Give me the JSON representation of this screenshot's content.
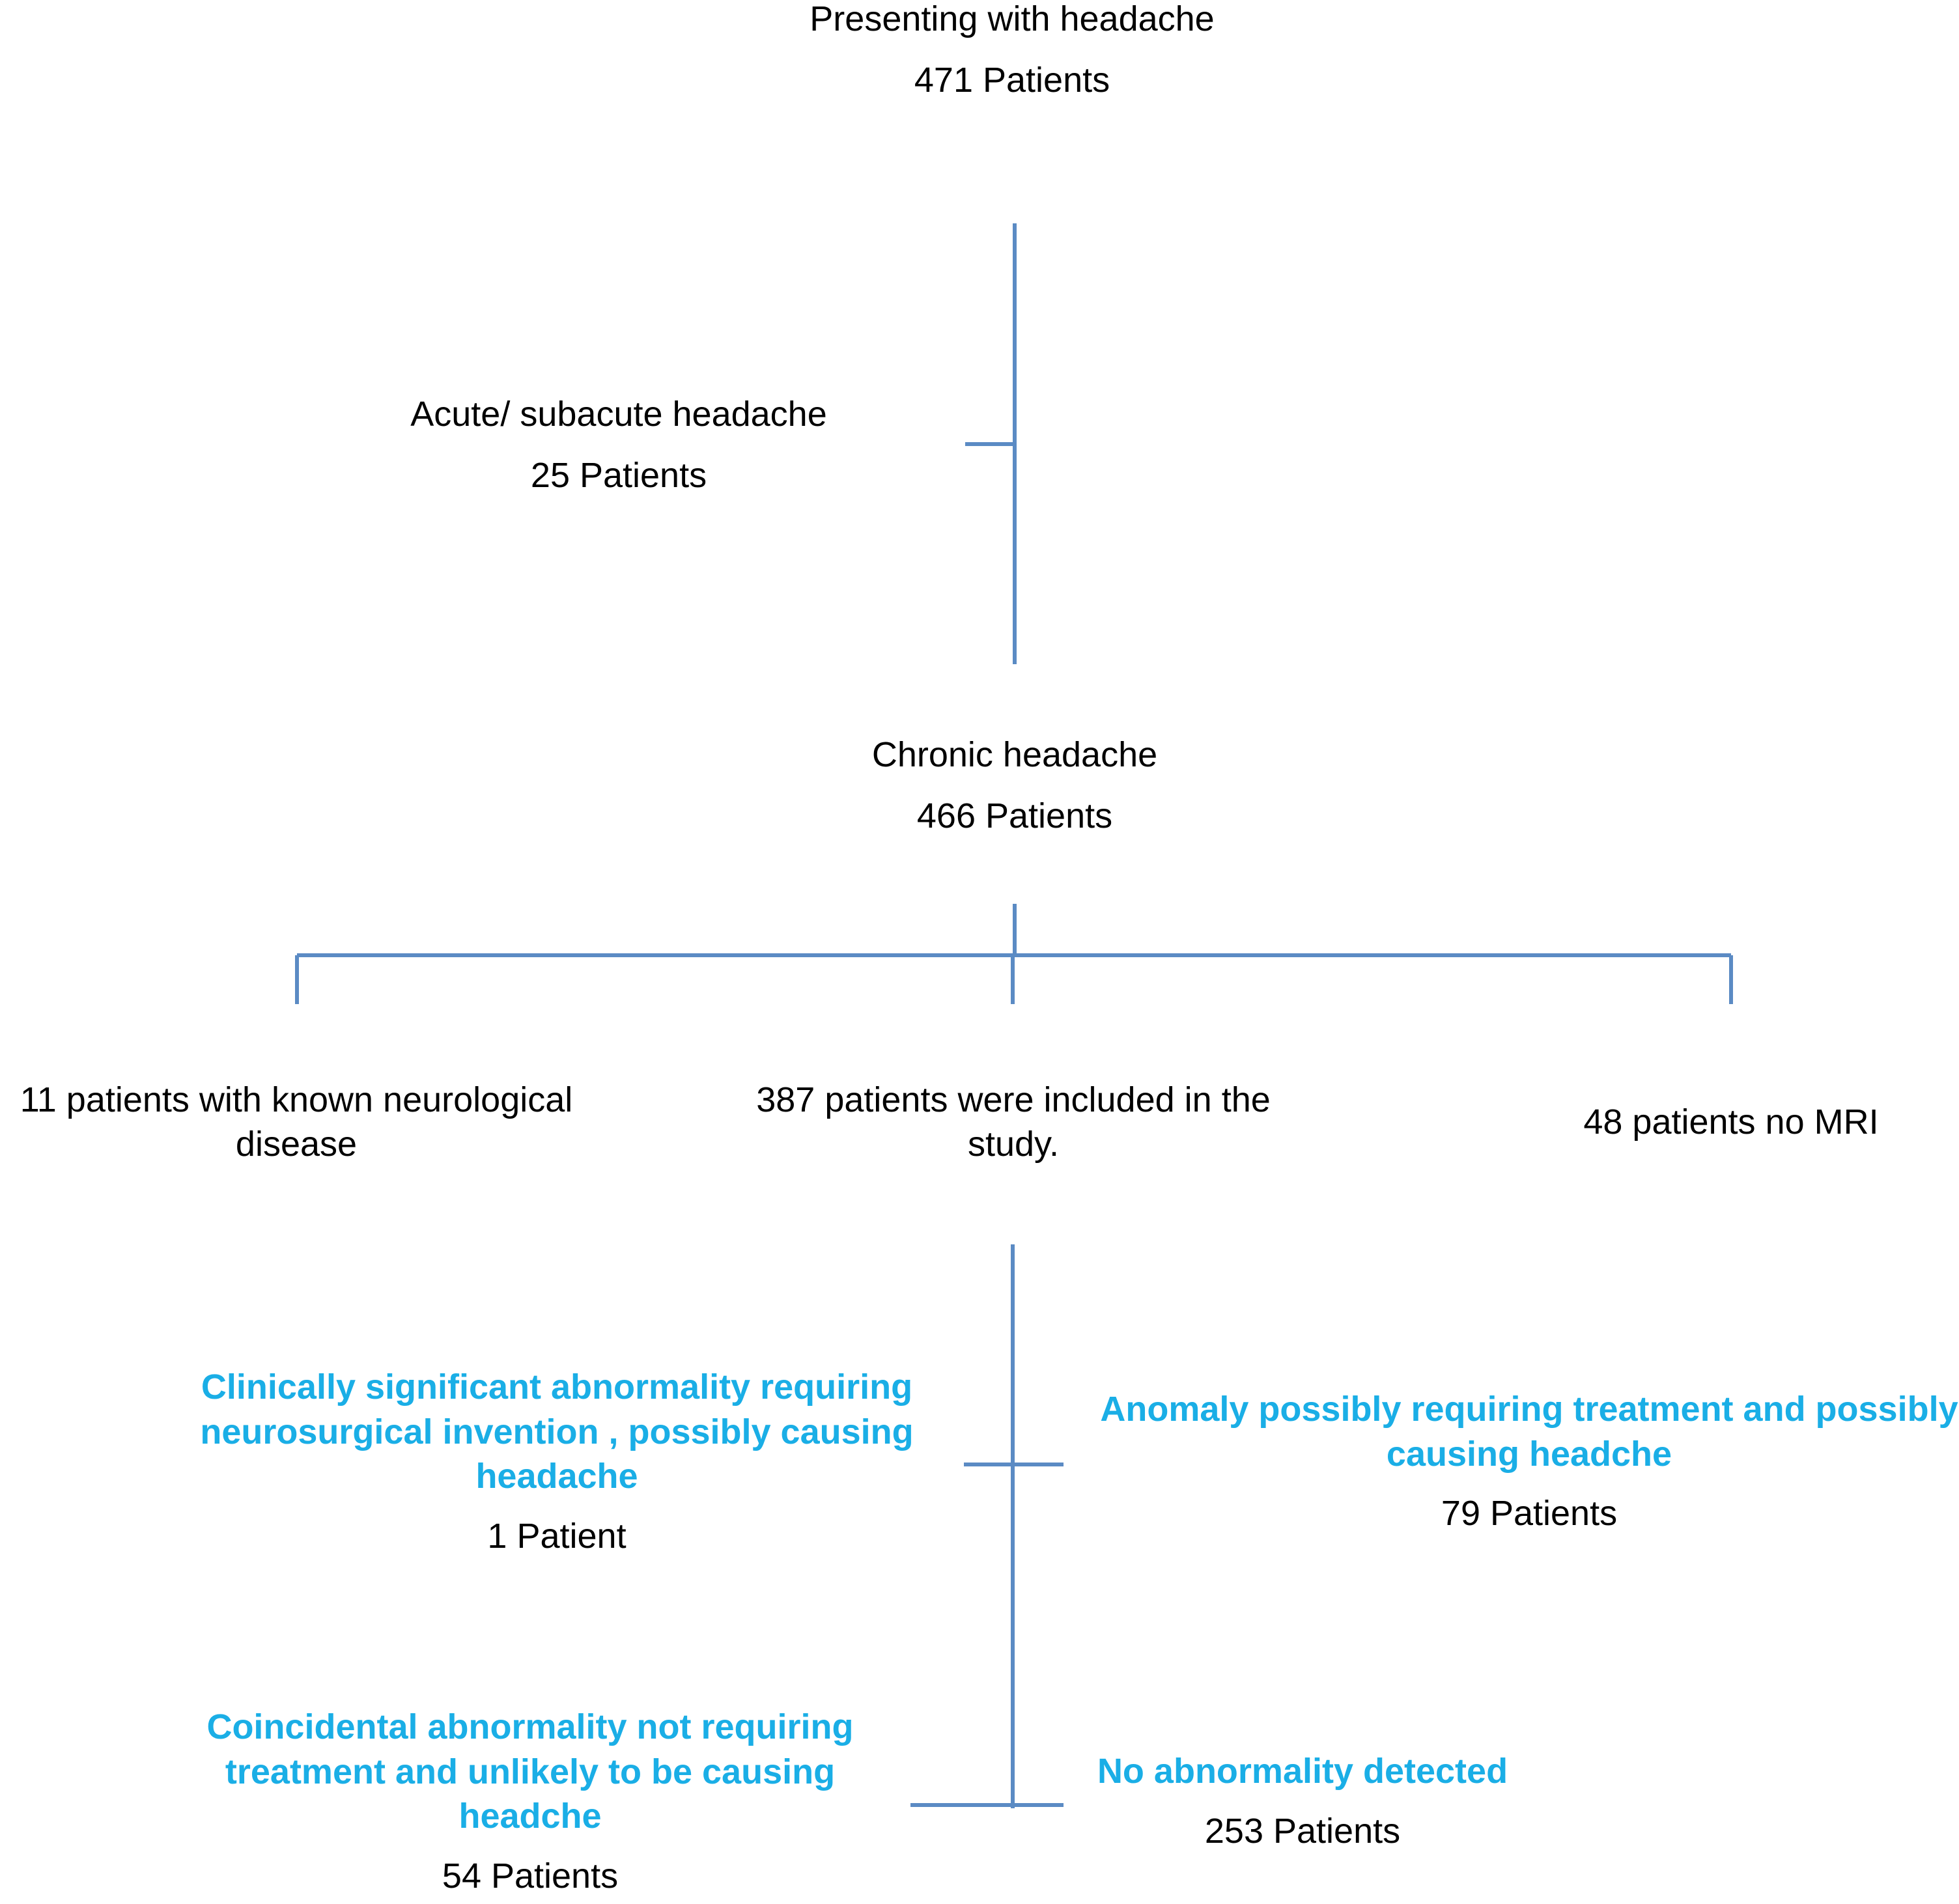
{
  "colors": {
    "connector": "#5b8bc4",
    "category_text": "#1aaee6",
    "plain_text": "#000000"
  },
  "nodes": {
    "presenting": {
      "title": "Presenting with headache",
      "count": "471 Patients"
    },
    "acute": {
      "title": "Acute/ subacute headache",
      "count": "25 Patients"
    },
    "chronic": {
      "title": "Chronic headache",
      "count": "466 Patients"
    },
    "known_neuro": {
      "line1": "11 patients with known neurological",
      "line2": "disease"
    },
    "included": {
      "line1": "387 patients were included in the",
      "line2": "study."
    },
    "no_mri": {
      "text": "48 patients no MRI"
    },
    "significant": {
      "line1": "Clinically significant abnormality requiring",
      "line2": "neurosurgical invention , possibly causing",
      "line3": "headache",
      "count": "1 Patient"
    },
    "anomaly": {
      "line1": "Anomaly possibly requiring treatment and possibly",
      "line2": "causing headche",
      "count": "79 Patients"
    },
    "coincidental": {
      "line1": "Coincidental abnormality not requiring",
      "line2": "treatment and unlikely to be causing",
      "line3": "headche",
      "count": "54 Patients"
    },
    "no_abnormality": {
      "title": "No abnormality detected",
      "count": "253 Patients"
    }
  }
}
